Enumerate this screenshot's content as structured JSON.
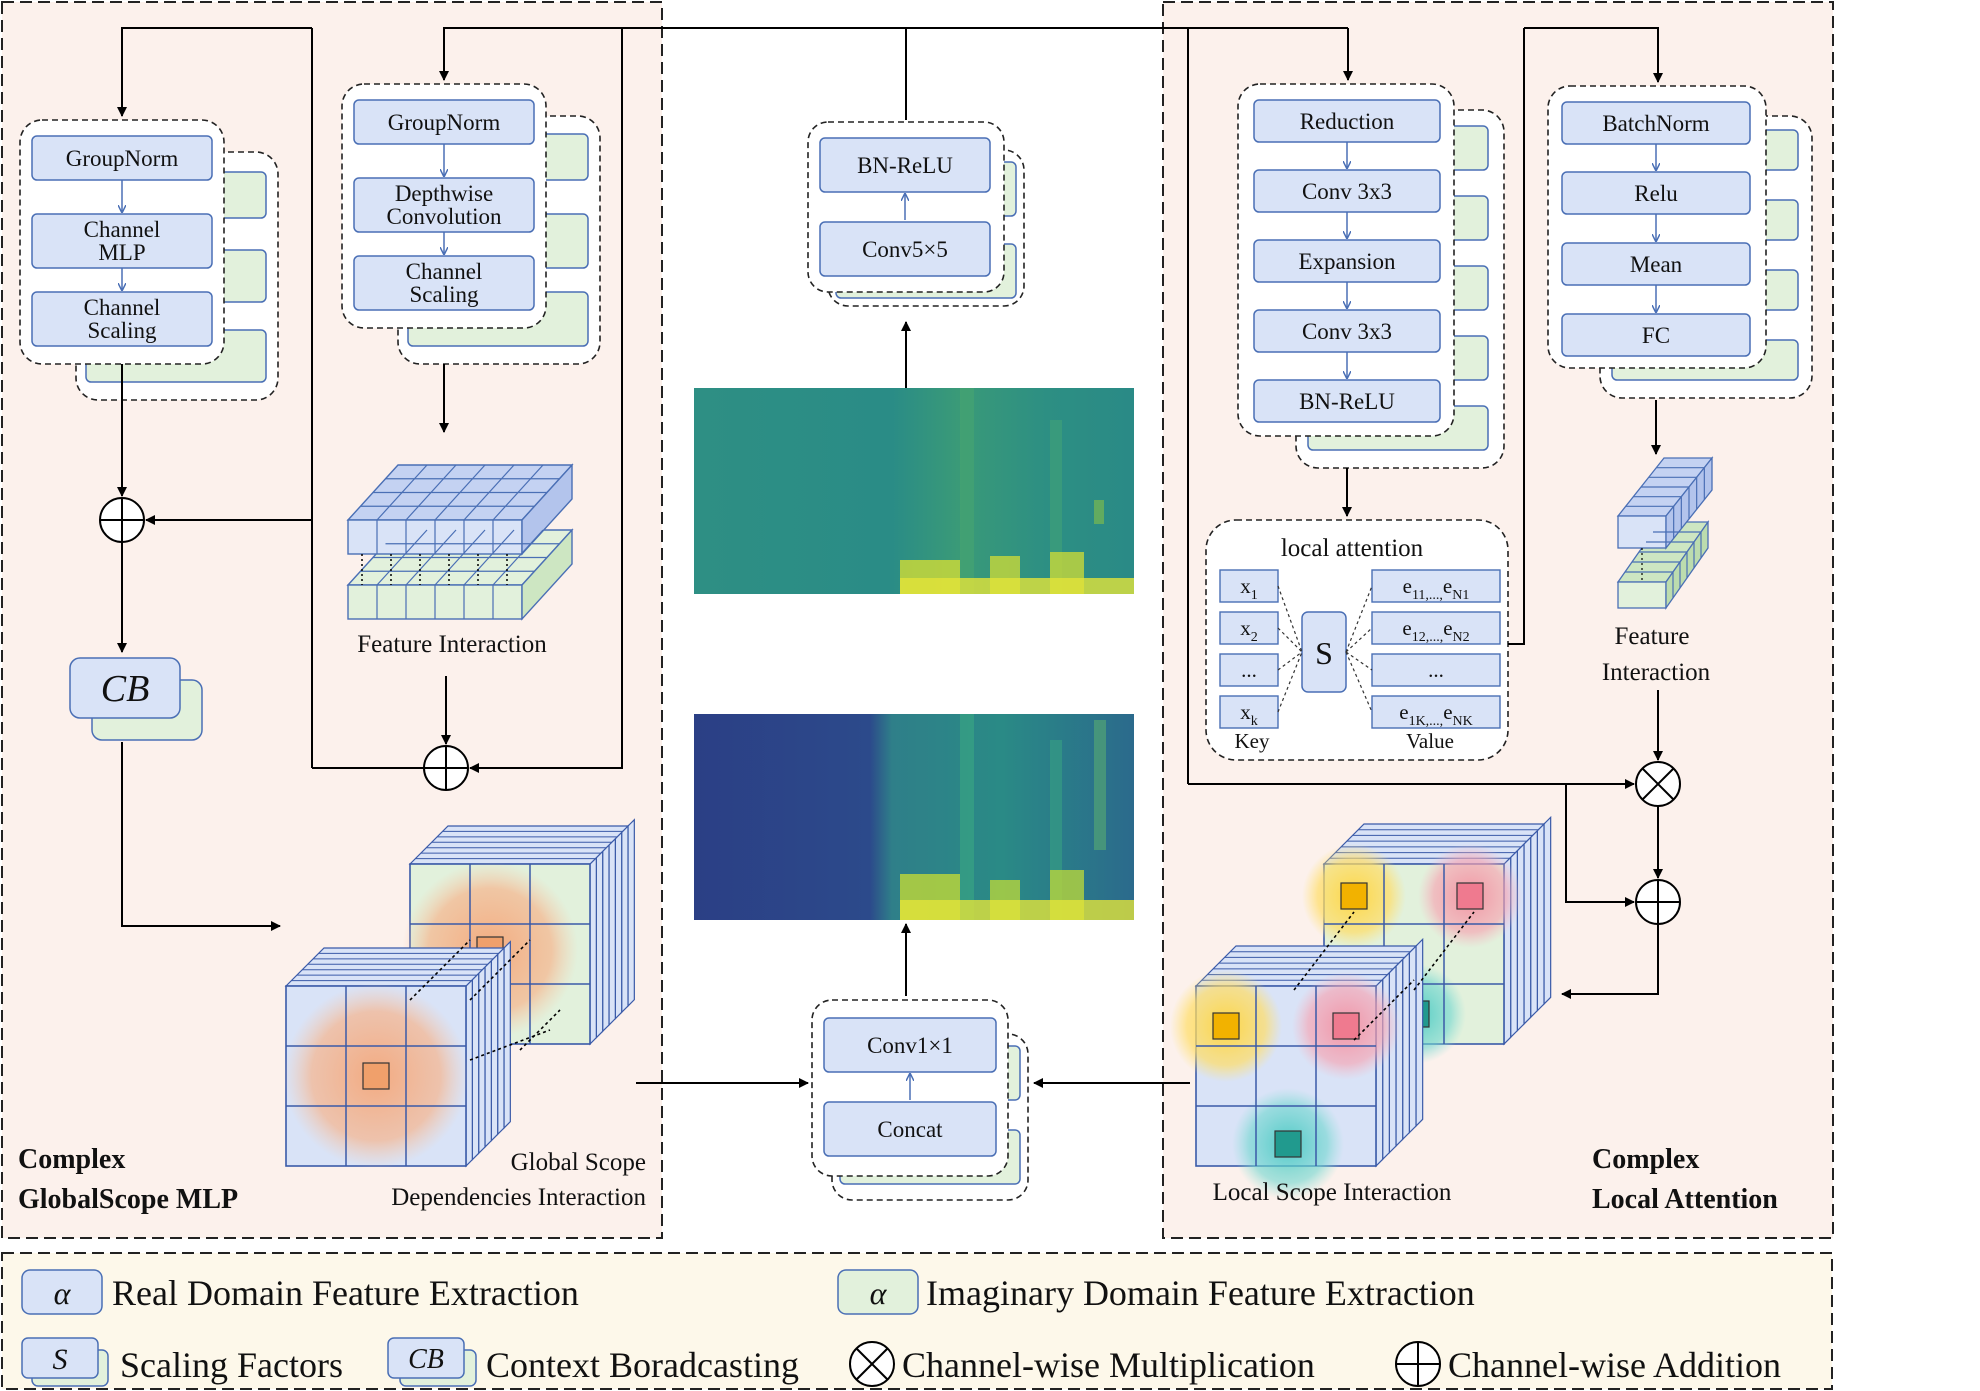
{
  "left_panel": {
    "title_line1": "Complex",
    "title_line2": "GlobalScope MLP",
    "stack1": [
      "GroupNorm",
      "Channel",
      "MLP",
      "Channel",
      "Scaling"
    ],
    "stack2": [
      "GroupNorm",
      "Depthwise",
      "Convolution",
      "Channel",
      "Scaling"
    ],
    "feature_interaction": "Feature Interaction",
    "cb": "CB",
    "global_line1": "Global Scope",
    "global_line2": "Dependencies Interaction"
  },
  "center_panel": {
    "top_stack": [
      "BN-ReLU",
      "Conv5×5"
    ],
    "bottom_stack": [
      "Conv1×1",
      "Concat"
    ]
  },
  "right_panel": {
    "title_line1": "Complex",
    "title_line2": "Local Attention",
    "stack1": [
      "Reduction",
      "Conv 3x3",
      "Expansion",
      "Conv 3x3",
      "BN-ReLU"
    ],
    "stack2": [
      "BatchNorm",
      "Relu",
      "Mean",
      "FC"
    ],
    "local_attention": "local attention",
    "keys": [
      "x",
      "x",
      "...",
      "x"
    ],
    "key_subs": [
      "1",
      "2",
      "",
      "k"
    ],
    "values": [
      "e",
      "e",
      "...",
      "e"
    ],
    "value_subs": [
      "11,...,",
      "12,...,",
      "",
      "1K,...,"
    ],
    "value_tails": [
      "N1",
      "N2",
      "",
      "NK"
    ],
    "s": "S",
    "key_label": "Key",
    "value_label": "Value",
    "feature_line1": "Feature",
    "feature_line2": "Interaction",
    "local_scope": "Local Scope Interaction"
  },
  "legend": {
    "alpha": "α",
    "real": "Real Domain Feature Extraction",
    "imag": "Imaginary Domain Feature Extraction",
    "s": "S",
    "scaling": "Scaling Factors",
    "cb": "CB",
    "context": "Context Boradcasting",
    "mult": "Channel-wise Multiplication",
    "add": "Channel-wise Addition"
  },
  "colors": {
    "panel_bg": "#fcf1ec",
    "legend_bg": "#fdf8ea",
    "real_block": "#d9e3f7",
    "imag_block": "#e2f1dc",
    "block_stroke": "#4a6fb5"
  }
}
